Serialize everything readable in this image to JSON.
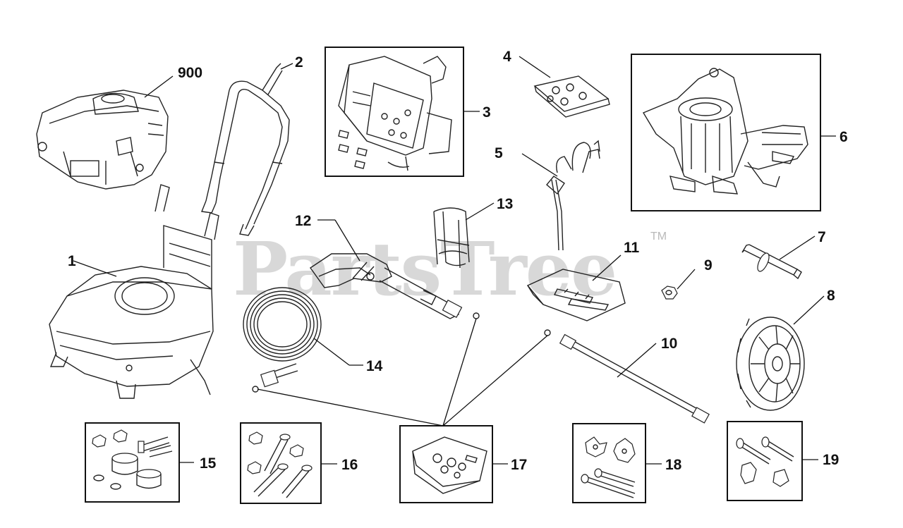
{
  "watermark": {
    "text": "PartsTree",
    "trademark": "TM"
  },
  "callouts": [
    {
      "id": "900",
      "label": "900"
    },
    {
      "id": "1",
      "label": "1"
    },
    {
      "id": "2",
      "label": "2"
    },
    {
      "id": "3",
      "label": "3"
    },
    {
      "id": "4",
      "label": "4"
    },
    {
      "id": "5",
      "label": "5"
    },
    {
      "id": "6",
      "label": "6"
    },
    {
      "id": "7",
      "label": "7"
    },
    {
      "id": "8",
      "label": "8"
    },
    {
      "id": "9",
      "label": "9"
    },
    {
      "id": "10",
      "label": "10"
    },
    {
      "id": "11",
      "label": "11"
    },
    {
      "id": "12",
      "label": "12"
    },
    {
      "id": "13",
      "label": "13"
    },
    {
      "id": "14",
      "label": "14"
    },
    {
      "id": "15",
      "label": "15"
    },
    {
      "id": "16",
      "label": "16"
    },
    {
      "id": "17",
      "label": "17"
    },
    {
      "id": "18",
      "label": "18"
    },
    {
      "id": "19",
      "label": "19"
    }
  ],
  "parts": [
    {
      "id": "900",
      "icon": "engine-icon"
    },
    {
      "id": "1",
      "icon": "frame-base-icon"
    },
    {
      "id": "2",
      "icon": "handle-icon"
    },
    {
      "id": "3",
      "icon": "control-panel-icon"
    },
    {
      "id": "4",
      "icon": "hardware-bag-icon"
    },
    {
      "id": "5",
      "icon": "hose-hook-icon"
    },
    {
      "id": "6",
      "icon": "pump-icon"
    },
    {
      "id": "7",
      "icon": "axle-icon"
    },
    {
      "id": "8",
      "icon": "wheel-icon"
    },
    {
      "id": "9",
      "icon": "nut-icon"
    },
    {
      "id": "10",
      "icon": "spray-wand-icon"
    },
    {
      "id": "11",
      "icon": "nozzle-kit-icon"
    },
    {
      "id": "12",
      "icon": "spray-gun-icon"
    },
    {
      "id": "13",
      "icon": "holder-bracket-icon"
    },
    {
      "id": "14",
      "icon": "hose-icon"
    },
    {
      "id": "15",
      "icon": "mounting-kit-icon"
    },
    {
      "id": "16",
      "icon": "bolt-kit-icon"
    },
    {
      "id": "17",
      "icon": "o-ring-kit-icon"
    },
    {
      "id": "18",
      "icon": "knob-kit-icon"
    },
    {
      "id": "19",
      "icon": "hardware-kit-icon"
    }
  ]
}
